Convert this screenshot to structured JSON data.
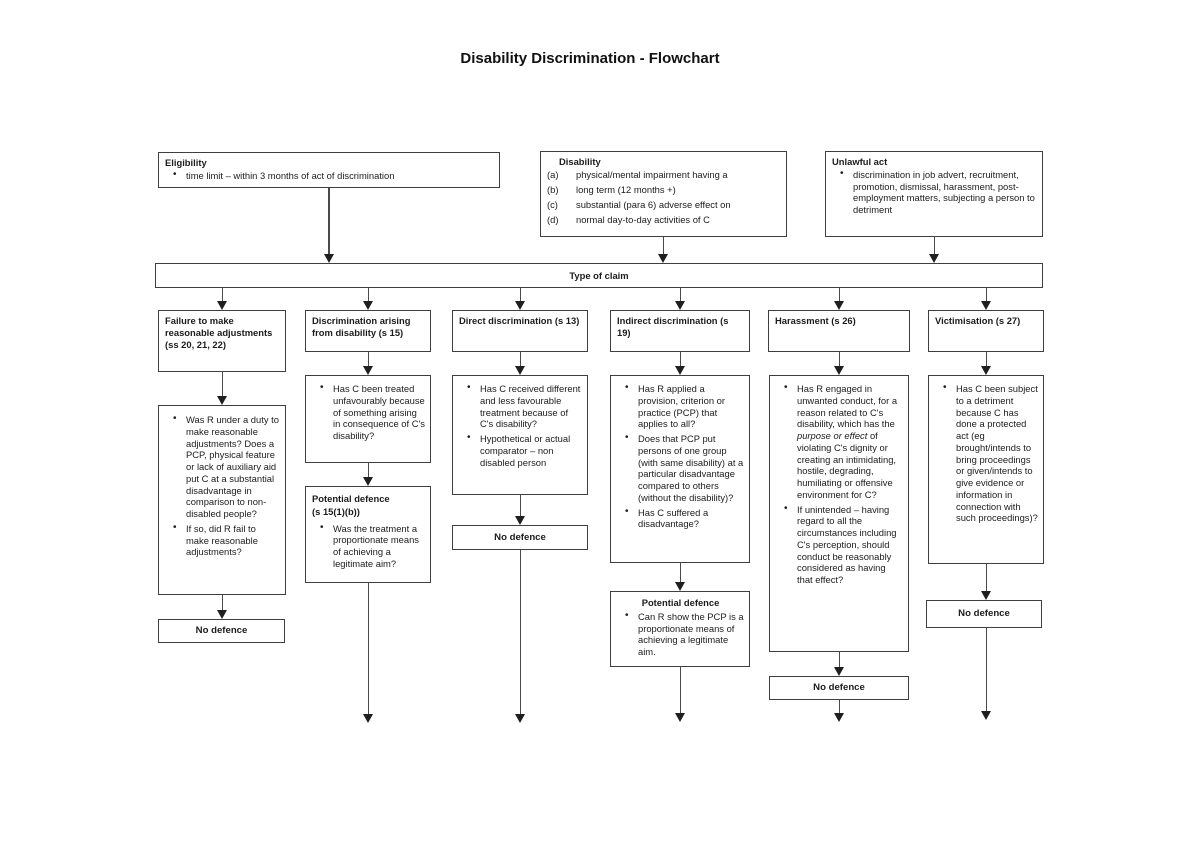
{
  "title": "Disability Discrimination - Flowchart",
  "top": {
    "eligibility": {
      "heading": "Eligibility",
      "bullet": "time limit – within 3 months of act of discrimination"
    },
    "disability": {
      "heading": "Disability",
      "items": [
        {
          "label": "(a)",
          "text": "physical/mental impairment having a"
        },
        {
          "label": "(b)",
          "text": "long term (12 months +)"
        },
        {
          "label": "(c)",
          "text": "substantial (para 6) adverse effect on"
        },
        {
          "label": "(d)",
          "text": "normal day-to-day activities of C"
        }
      ]
    },
    "unlawful": {
      "heading": "Unlawful act",
      "bullet": "discrimination in job advert, recruitment, promotion, dismissal, harassment, post-employment matters, subjecting a person to detriment"
    }
  },
  "claim_bar": {
    "label": "Type of claim"
  },
  "columns": {
    "adjustments": {
      "header": "Failure to make reasonable adjustments (ss 20, 21, 22)",
      "bullets": [
        "Was R under a duty to make reasonable adjustments? Does a PCP, physical feature or lack of auxiliary aid put C at a substantial disadvantage in comparison to non-disabled people?",
        "If so, did R fail to make reasonable adjustments?"
      ],
      "outcome": "No defence"
    },
    "arising": {
      "header": "Discrimination arising from disability (s 15)",
      "bullets": [
        "Has C been treated unfavourably because of something arising in consequence of C's disability?"
      ],
      "defence_heading_lines": [
        "Potential defence",
        "(s 15(1)(b))"
      ],
      "defence_bullets": [
        "Was the treatment a proportionate means of achieving a legitimate aim?"
      ]
    },
    "direct": {
      "header": "Direct discrimination (s 13)",
      "bullets": [
        "Has C received different and less favourable treatment because of C's disability?",
        "Hypothetical or actual comparator – non disabled person"
      ],
      "outcome": "No defence"
    },
    "indirect": {
      "header": "Indirect discrimination (s 19)",
      "bullets": [
        "Has R applied a provision, criterion or practice (PCP) that applies to all?",
        "Does that PCP put persons of one group (with same disability) at a particular disadvantage compared to others (without the disability)?",
        "Has C suffered a disadvantage?"
      ],
      "defence_heading": "Potential defence",
      "defence_bullets": [
        "Can R show the PCP is a proportionate means of achieving a legitimate aim."
      ]
    },
    "harassment": {
      "header": "Harassment (s 26)",
      "bullet1_pre": "Has R engaged in unwanted conduct, for a reason related to C's disability, which has the ",
      "bullet1_em": "purpose or effect",
      "bullet1_post": " of violating C's dignity or creating an intimidating, hostile, degrading, humiliating or offensive environment for C?",
      "bullet2": "If unintended – having regard to all the circumstances including C's perception, should conduct be reasonably considered as having that effect?",
      "outcome": "No defence"
    },
    "victimisation": {
      "header": "Victimisation (s 27)",
      "bullets": [
        "Has C been subject to a detriment because C has done a protected act (eg brought/intends to bring proceedings or given/intends to give evidence or information in connection with such proceedings)?"
      ],
      "outcome": "No defence"
    }
  }
}
